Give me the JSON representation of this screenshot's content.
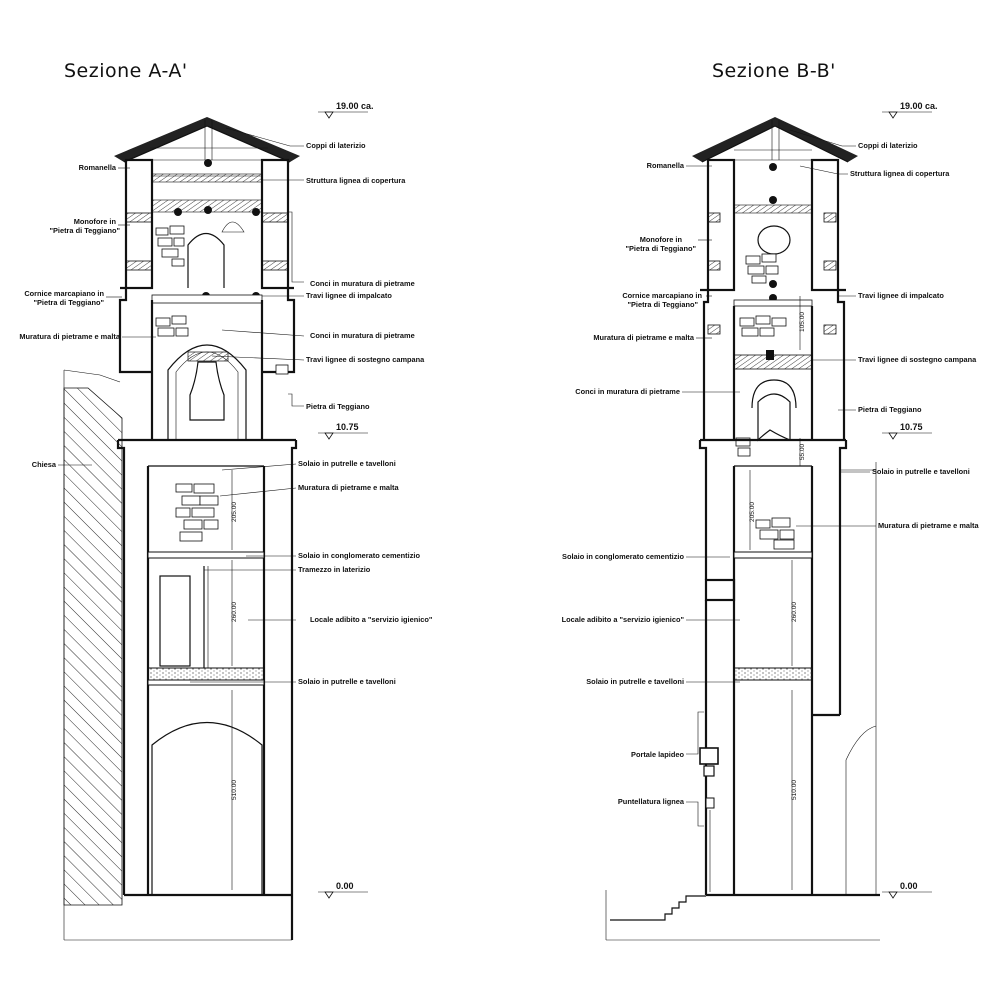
{
  "sections": [
    {
      "title": "Sezione A-A'",
      "elevations": [
        "19.00 ca.",
        "10.75",
        "0.00"
      ],
      "dims": [
        "205.00",
        "260.00",
        "510.00"
      ],
      "labels_left": [
        "Romanella",
        "Monofore in",
        "\"Pietra di Teggiano\"",
        "Cornice marcapiano in",
        "\"Pietra di Teggiano\"",
        "Muratura di pietrame e malta",
        "Chiesa"
      ],
      "labels_right": [
        "Coppi di laterizio",
        "Struttura lignea di copertura",
        "Conci in muratura di pietrame",
        "Travi lignee di impalcato",
        "Conci in muratura di pietrame",
        "Travi lignee di sostegno campana",
        "Pietra di Teggiano",
        "Solaio in putrelle e tavelloni",
        "Muratura di pietrame e malta",
        "Solaio in conglomerato cementizio",
        "Tramezzo in laterizio",
        "Locale adibito a \"servizio igienico\"",
        "Solaio in putrelle e tavelloni"
      ]
    },
    {
      "title": "Sezione B-B'",
      "elevations": [
        "19.00 ca.",
        "10.75",
        "0.00"
      ],
      "dims": [
        "105.00",
        "55.00",
        "205.00",
        "260.00",
        "510.00"
      ],
      "labels_left": [
        "Romanella",
        "Monofore in",
        "\"Pietra di Teggiano\"",
        "Cornice marcapiano in",
        "\"Pietra di Teggiano\"",
        "Muratura di pietrame e malta",
        "Conci in muratura di pietrame",
        "Solaio in conglomerato cementizio",
        "Locale adibito a \"servizio igienico\"",
        "Solaio in putrelle e tavelloni",
        "Portale lapideo",
        "Puntellatura lignea"
      ],
      "labels_right": [
        "Coppi di laterizio",
        "Struttura lignea di copertura",
        "Travi lignee di impalcato",
        "Travi lignee di sostegno campana",
        "Pietra di Teggiano",
        "Solaio in putrelle e tavelloni",
        "Muratura di pietrame e malta"
      ]
    }
  ]
}
